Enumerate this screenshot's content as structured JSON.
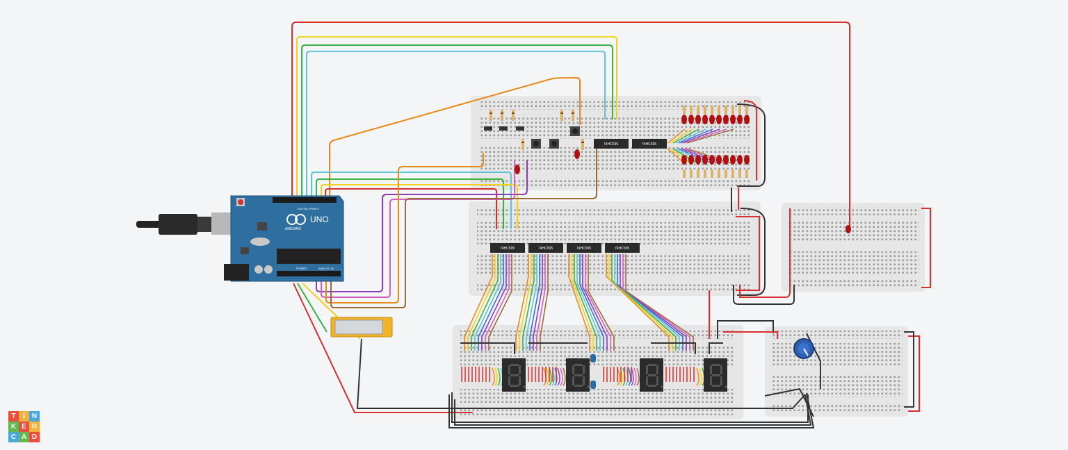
{
  "app": {
    "logo_letters": [
      "T",
      "I",
      "N",
      "K",
      "E",
      "R",
      "C",
      "A",
      "D"
    ]
  },
  "arduino": {
    "model": "UNO",
    "brand": "ARDUINO",
    "digital_label": "DIGITAL (PWM~)",
    "power_label": "POWER",
    "analog_label": "ANALOG IN"
  },
  "chips": {
    "label": "74HC595"
  },
  "colors": {
    "background": "#f3f5f7",
    "breadboard": "#e6e6e6",
    "arduino_board": "#2f6fa0",
    "wire_red": "#d63030",
    "wire_orange": "#e88a1a",
    "wire_yellow": "#f2d21b",
    "wire_green": "#3cb043",
    "wire_cyan": "#5fc4d8",
    "wire_blue": "#3a6fd8",
    "wire_purple": "#8c3cb8",
    "wire_brown": "#9c6b3a",
    "wire_black": "#333333",
    "led_red": "#b01010",
    "display_body": "#2b2b2b",
    "seg_color": "#555555",
    "relay_yellow": "#f0b429",
    "pot_blue": "#2e5fb0"
  }
}
